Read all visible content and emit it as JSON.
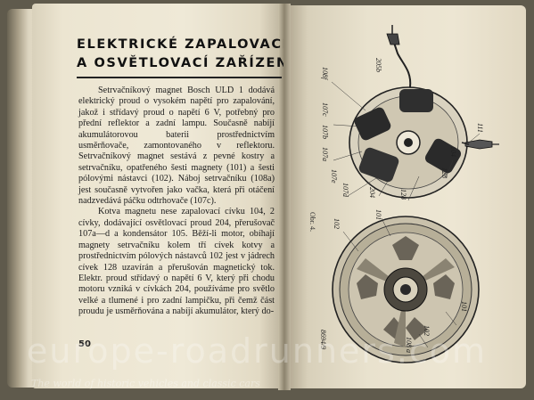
{
  "heading": {
    "line1": "ELEKTRICKÉ ZAPALOVACÍ",
    "line2": "A OSVĚTLOVACÍ ZAŘÍZENÍ"
  },
  "body": {
    "paragraph1": "Setrvačníkový magnet Bosch ULD 1 dodává elektrický proud o vysokém napětí pro zapalování, jakož i střídavý proud o napětí 6 V, potřebný pro přední reflektor a zadní lampu. Současně nabíjí akumulátorovou baterii prostřednictvím usměrňovače, zamontovaného v reflektoru. Setrvačníkový magnet sestává z pevné kostry a setrvačníku, opatřeného šesti magnety (101) a šesti pólovými nástavci (102). Náboj setrvačníku (108a) jest současně vytvořen jako vačka, která při otáčení nadzvedává páčku odtrhovače (107c).",
    "paragraph2": "Kotva magnetu nese zapalovací cívku 104, 2 cívky, dodávající osvětlovací proud 204, přerušovač 107a—d a kondensátor 105. Běží-li motor, obíhají magnety setrvačníku kolem tří cívek kotvy a prostřednictvím pólových nástavců 102 jest v jádrech cívek 128 uzavírán a přerušován magnetický tok. Elektr. proud střídavý o napětí 6 V, který při chodu motoru vzniká v cívkách 204, používáme pro světlo velké a tlumené i pro zadní lampičku, při čemž část proudu je usměrňována a nabíjí akumulátor, který do-"
  },
  "page_number": "50",
  "figure": {
    "caption": "Obr. 4.",
    "serial": "8694/9",
    "labels": {
      "l205b": "205b",
      "l108f": "108f",
      "l107c": "107c",
      "l107b": "107b",
      "l107a": "107a",
      "l107d": "107d",
      "l107e": "107e",
      "l204": "204",
      "l128": "128",
      "l104": "104",
      "l111": "111",
      "l102": "102",
      "l101": "101",
      "l108a": "108 a"
    }
  },
  "watermark": {
    "text": "europe-roadrunners.com",
    "subtext": "The world of historic vehicles and classic cars"
  },
  "colors": {
    "paper": "#ede6d3",
    "ink": "#1a1a1a",
    "background": "#5f5a4c"
  }
}
